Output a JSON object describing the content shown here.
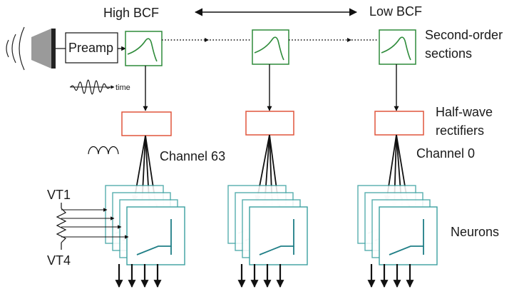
{
  "labels": {
    "high_bcf": "High BCF",
    "low_bcf": "Low BCF",
    "preamp": "Preamp",
    "time": "time",
    "second_order_line1": "Second-order",
    "second_order_line2": "sections",
    "half_wave_line1": "Half-wave",
    "half_wave_line2": "rectifiers",
    "channel_63": "Channel 63",
    "channel_0": "Channel 0",
    "vt1": "VT1",
    "vt4": "VT4",
    "neurons": "Neurons"
  },
  "colors": {
    "filter": "#2e8b3a",
    "rectifier": "#e0553c",
    "neuron_frame": "#3aa0a0",
    "neuron_trace": "#1f7e86",
    "speaker": "#9a9a9a",
    "ink": "#111111"
  },
  "icons": {
    "speaker": "speaker-icon",
    "sound_waves": "sound-waves-icon",
    "sine_wave": "sine-wave-icon",
    "rectified_wave": "rectified-wave-icon",
    "resistor": "resistor-ladder-icon",
    "filter_response": "bandpass-response-icon"
  }
}
